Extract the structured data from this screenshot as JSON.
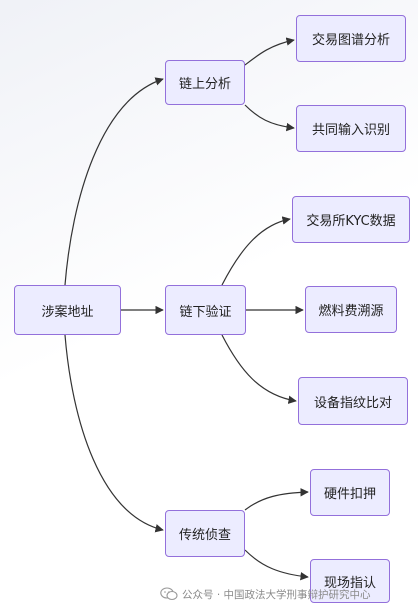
{
  "nodes": {
    "root": "涉案地址",
    "onchain": "链上分析",
    "offchain": "链下验证",
    "traditional": "传统侦查",
    "trade_graph": "交易图谱分析",
    "co_input": "共同输入识别",
    "exchange_kyc": "交易所KYC数据",
    "fuel_trace": "燃料费溯源",
    "device_fp": "设备指纹比对",
    "hardware_seize": "硬件扣押",
    "site_identify": "现场指认"
  },
  "watermark": {
    "text": "公众号 · 中国政法大学刑事辩护研究中心",
    "icon": "wechat-icon"
  },
  "colors": {
    "node_fill": "#ECECFF",
    "node_border": "#9370DB",
    "edge": "#333333"
  }
}
